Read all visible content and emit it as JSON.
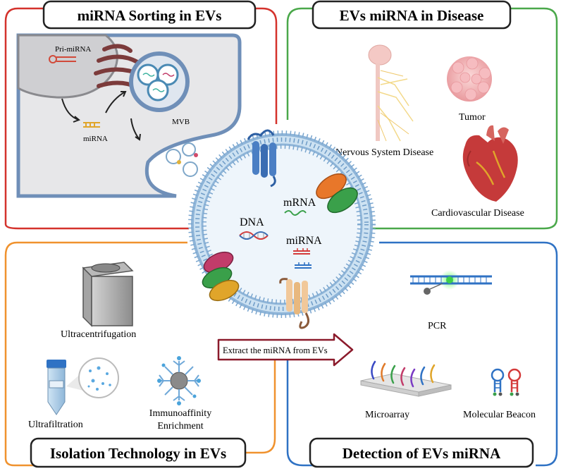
{
  "panels": {
    "sorting": {
      "title": "miRNA Sorting in EVs",
      "color": "#d4322c",
      "labels": {
        "pri_mirna": "Pri-miRNA",
        "mirna": "miRNA",
        "mvb": "MVB"
      }
    },
    "disease": {
      "title": "EVs miRNA in  Disease",
      "color": "#4aa84a",
      "labels": {
        "nervous": "Nervous System Disease",
        "tumor": "Tumor",
        "cardio": "Cardiovascular Disease"
      }
    },
    "isolation": {
      "title": "Isolation Technology in EVs",
      "color": "#f0922e",
      "labels": {
        "ultracentrifugation": "Ultracentrifugation",
        "ultrafiltration": "Ultrafiltration",
        "immuno_line1": "Immunoaffinity",
        "immuno_line2": "Enrichment"
      }
    },
    "detection": {
      "title": "Detection of EVs miRNA",
      "color": "#2f72c4",
      "labels": {
        "pcr": "PCR",
        "microarray": "Microarray",
        "beacon": "Molecular Beacon"
      }
    }
  },
  "center": {
    "dna": "DNA",
    "mrna": "mRNA",
    "mirna": "miRNA"
  },
  "arrow": {
    "text": "Extract the miRNA from EVs",
    "color": "#8b1a2b"
  }
}
